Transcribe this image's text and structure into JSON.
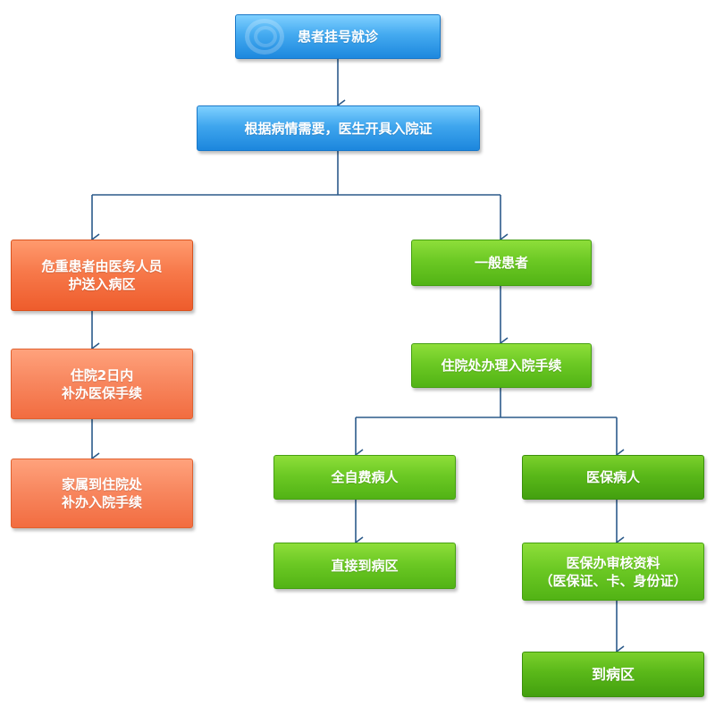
{
  "flowchart": {
    "nodes": {
      "register": {
        "lines": [
          "患者挂号就诊"
        ]
      },
      "admission_cert": {
        "lines": [
          "根据病情需要，医生开具入院证"
        ]
      },
      "critical_patient": {
        "lines": [
          "危重患者由医务人员",
          "护送入病区"
        ]
      },
      "supplement_insurance": {
        "lines": [
          "住院2日内",
          "补办医保手续"
        ]
      },
      "family_admission": {
        "lines": [
          "家属到住院处",
          "补办入院手续"
        ]
      },
      "general_patient": {
        "lines": [
          "一般患者"
        ]
      },
      "admission_office": {
        "lines": [
          "住院处办理入院手续"
        ]
      },
      "self_pay": {
        "lines": [
          "全自费病人"
        ]
      },
      "direct_ward": {
        "lines": [
          "直接到病区"
        ]
      },
      "insured": {
        "lines": [
          "医保病人"
        ]
      },
      "insurance_review": {
        "lines": [
          "医保办审核资料",
          "（医保证、卡、身份证）"
        ]
      },
      "to_ward": {
        "lines": [
          "到病区"
        ]
      }
    },
    "colors": {
      "connector": "#2b5a8a",
      "blue": "#3fa6ee",
      "orange": "#f7794a",
      "green": "#6cc924"
    }
  }
}
